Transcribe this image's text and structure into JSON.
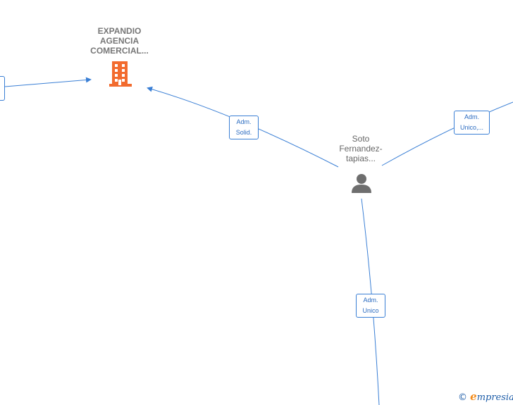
{
  "company": {
    "name_lines": [
      "EXPANDIO",
      "AGENCIA",
      "COMERCIAL..."
    ],
    "icon": "building-icon",
    "color": "#f26b2e"
  },
  "person": {
    "name_lines": [
      "Soto",
      "Fernandez-",
      "tapias..."
    ],
    "icon": "person-icon",
    "color": "#6e6e6e"
  },
  "edges": [
    {
      "label_lines": [
        "Adm.",
        "Solid."
      ]
    },
    {
      "label_lines": [
        "Adm.",
        "Unico,..."
      ]
    },
    {
      "label_lines": [
        "Adm.",
        "Unico"
      ]
    }
  ],
  "edge_color": "#3a7fd5",
  "footer": {
    "copyright": "©",
    "brand_initial": "e",
    "brand_rest": "mpresia"
  }
}
